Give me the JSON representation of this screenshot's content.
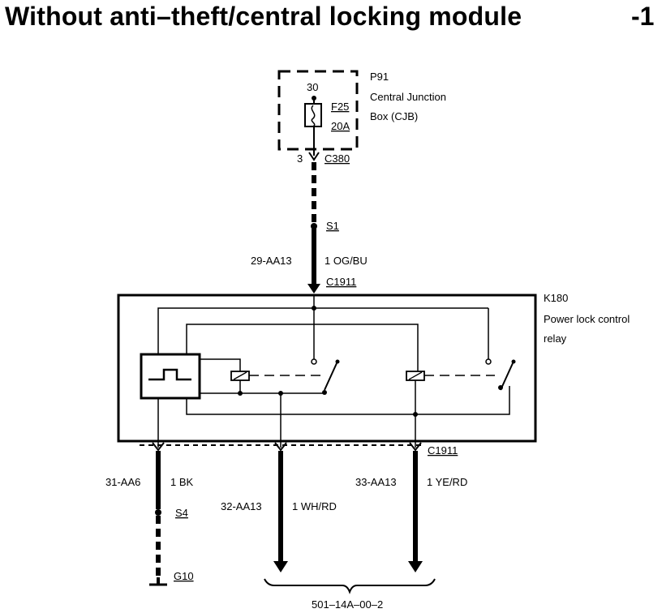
{
  "title": "Without anti–theft/central locking module",
  "page_number": "-1",
  "junction_box": {
    "id": "P91",
    "name_line1": "Central Junction",
    "name_line2": "Box (CJB)",
    "terminal": "30",
    "fuse_id": "F25",
    "fuse_rating": "20A",
    "pin": "3",
    "connector": "C380"
  },
  "splice_top": "S1",
  "wire_feed": {
    "circuit": "29-AA13",
    "gauge_color": "1 OG/BU"
  },
  "relay": {
    "id": "K180",
    "name_line1": "Power lock control",
    "name_line2": "relay",
    "connector_top": "C1911",
    "connector_bottom": "C1911"
  },
  "wire_ground": {
    "circuit": "31-AA6",
    "gauge_color": "1 BK"
  },
  "splice_ground": "S4",
  "ground": "G10",
  "wire_out_1": {
    "circuit": "32-AA13",
    "gauge_color": "1 WH/RD"
  },
  "wire_out_2": {
    "circuit": "33-AA13",
    "gauge_color": "1 YE/RD"
  },
  "reference": "501–14A–00–2"
}
